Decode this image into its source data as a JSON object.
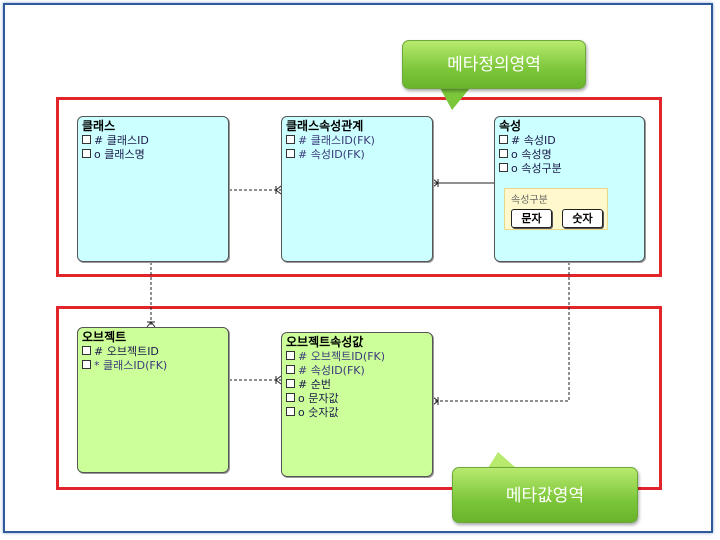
{
  "callouts": {
    "meta": "메타정의영역",
    "value": "메타값영역"
  },
  "entities": {
    "class": {
      "title": "클래스",
      "attrs": [
        "# 클래스ID",
        "o 클래스명"
      ]
    },
    "class_attr_rel": {
      "title": "클래스속성관계",
      "attrs": [
        "# 클래스ID(FK)",
        "# 속성ID(FK)"
      ]
    },
    "attribute": {
      "title": "속성",
      "attrs": [
        "# 속성ID",
        "o 속성명",
        "o 속성구분"
      ],
      "group": {
        "label": "속성구분",
        "options": [
          "문자",
          "숫자"
        ]
      }
    },
    "object": {
      "title": "오브젝트",
      "attrs": [
        "# 오브젝트ID",
        "* 클래스ID(FK)"
      ]
    },
    "object_attr_value": {
      "title": "오브젝트속성값",
      "attrs": [
        "# 오브젝트ID(FK)",
        "# 속성ID(FK)",
        "# 순번",
        "o 문자값",
        "o 숫자값"
      ]
    }
  },
  "colors": {
    "region_border": "#e2242b",
    "meta_entity_fill": "#ccffff",
    "value_entity_fill": "#ccff99",
    "callout_green": "#7cc63a",
    "frame_border": "#2e5a9c"
  }
}
